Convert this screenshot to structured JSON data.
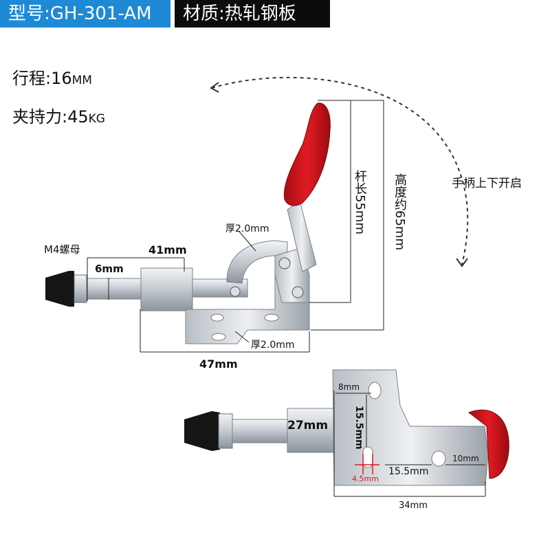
{
  "header": {
    "model": "型号:GH-301-AM",
    "material": "材质:热轧钢板"
  },
  "specs": {
    "stroke_label": "行程:16",
    "stroke_unit": "MM",
    "force_label": "夹持力:45",
    "force_unit": "KG"
  },
  "annotations": {
    "handle_direction": "手柄上下开启",
    "nut": "M4螺母",
    "length_41": "41mm",
    "dia_6": "6mm",
    "thickness_top": "厚2.0mm",
    "thickness_base": "厚2.0mm",
    "length_47": "47mm",
    "rod_length": "杆长55mm",
    "height": "高度约65mm",
    "dim_8": "8mm",
    "dim_27": "27mm",
    "dim_15_5_v": "15.5mm",
    "dim_4_5": "4.5mm",
    "dim_15_5_h": "15.5mm",
    "dim_10": "10mm",
    "dim_34": "34mm"
  },
  "colors": {
    "model_badge": "#1e8ad6",
    "material_badge": "#0c0c0c",
    "handle_red": "#d8141c",
    "dim_red": "#e0161e"
  }
}
